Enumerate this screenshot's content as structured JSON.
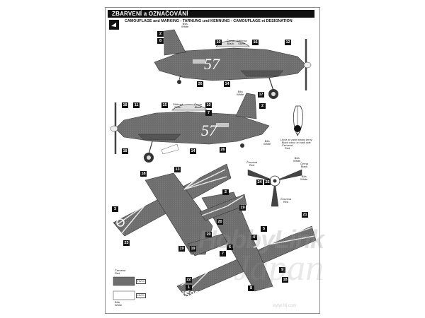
{
  "header": {
    "title": "ZBARVENÍ a OZNAČOVÁNÍ",
    "subtitle": "CAMOUFLAGE and MARKING - TARNUNG und KENNUNG - CAMOUFLAGE et DESIGNATION"
  },
  "colors": {
    "camo": "#6e6e6e",
    "white": "#ffffff",
    "red": "#8a8a8a",
    "ink": "#111111"
  },
  "plane1": {
    "race_number": "57",
    "callouts": [
      "2",
      "8",
      "10",
      "16",
      "12",
      "26",
      "14",
      "17",
      "2"
    ],
    "notes": {
      "top_white": "Bílá\nWhite",
      "canopy_black": "Černá\nBlack",
      "canopy_silver": "Stříbrná\nSilver",
      "tail_white": "Bílá\nWhite"
    }
  },
  "plane2": {
    "race_number": "57",
    "callouts": [
      "18",
      "11",
      "15",
      "10",
      "7",
      "18",
      "14",
      "26"
    ],
    "notes": {
      "canopy_silver": "Stříbrná\nSilver",
      "canopy_black": "Černá\nBlack"
    }
  },
  "spinner_note": {
    "text": "List je ze zadní strany černý\nBlack colour on back side"
  },
  "prop_detail": {
    "callouts": [
      "24",
      "25"
    ],
    "notes": {
      "white": "Bílá\nWhite",
      "red_top": "Červená\nRed",
      "red_left": "Červená\nRed",
      "white2": "Bílá\nWhite",
      "black": "Černá\nBlack",
      "white3": "Bílá\nWhite",
      "red_bottom": "Červená\nRed"
    }
  },
  "top_view": {
    "callouts": [
      "18",
      "13",
      "3",
      "23",
      "2",
      "19"
    ]
  },
  "bottom_view": {
    "registration": "N88SN",
    "callouts": [
      "20",
      "6",
      "19",
      "20",
      "4",
      "21",
      "5",
      "7",
      "19",
      "9",
      "22",
      "1",
      "18",
      "8"
    ]
  },
  "legend": {
    "red_label": "Červená\nRed",
    "red_code": "H3/C3",
    "white_label": "Bílá\nWhite",
    "white_code": "H1/C1"
  },
  "watermark": {
    "line1": "HobbyLink",
    "line2": "Japan",
    "url": "www.hlj.com"
  }
}
